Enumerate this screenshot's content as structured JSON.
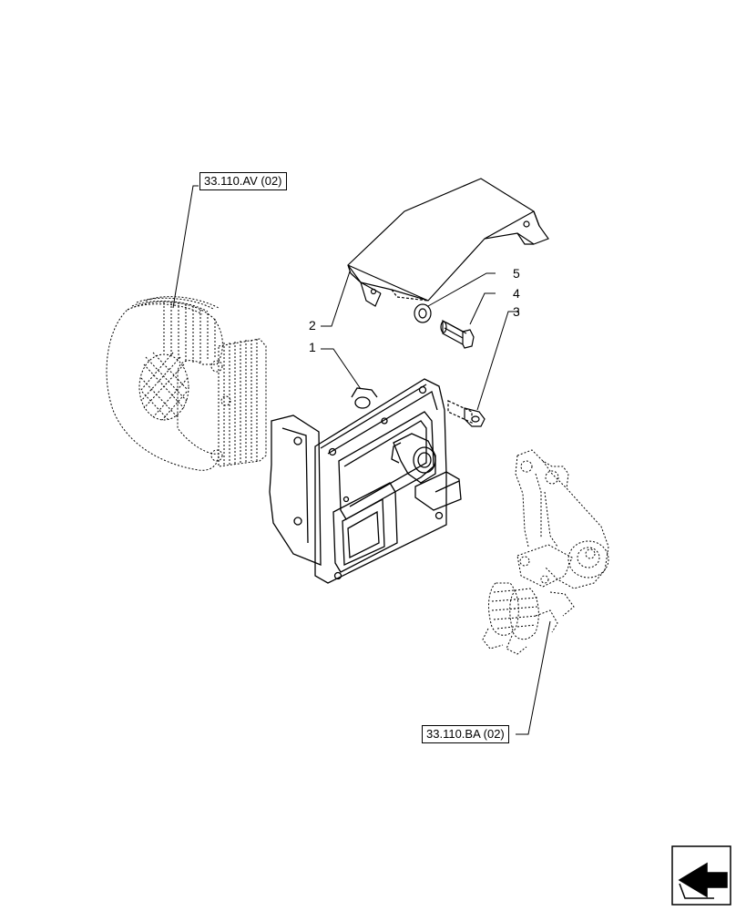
{
  "references": {
    "top": "33.110.AV (02)",
    "bottom": "33.110.BA (02)"
  },
  "callouts": {
    "c1": "1",
    "c2": "2",
    "c3": "3",
    "c4": "4",
    "c5": "5"
  },
  "icons": {
    "navigation": "arrow-nav-icon"
  }
}
